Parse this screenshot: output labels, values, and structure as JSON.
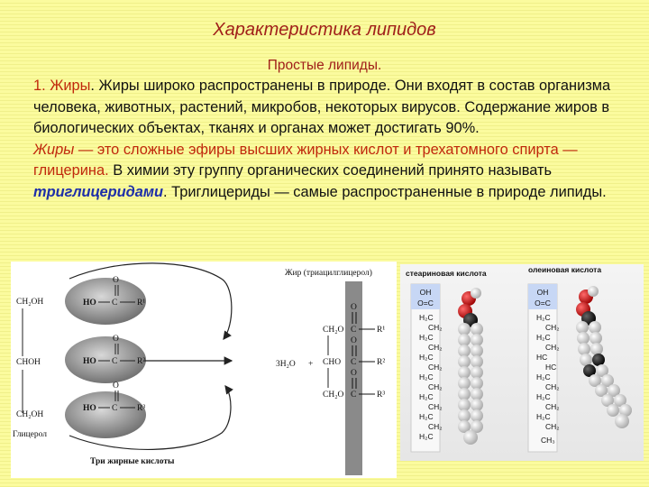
{
  "slide": {
    "title": "Характеристика липидов",
    "subtitle": "Простые липиды.",
    "p1_number": "1. Жиры",
    "p1_text": ". Жиры широко распространены в природе. Они входят в состав организма человека, животных, растений, микробов, некоторых вирусов. Содержание жиров в биологических объектах, тканях и органах может достигать 90%.",
    "p2_term": "Жиры",
    "p2_dash": " — ",
    "p2_def": "это сложные эфиры высших жирных кислот и трехатомного спирта — глицерина.",
    "p2_text": " В химии эту группу органических соединений принято называть ",
    "p2_emphasis": "триглицеридами",
    "p2_end": ". Триглицериды — самые распространенные в природе липиды."
  },
  "diagram": {
    "glycerol_groups": [
      "CH₂OH",
      "CHOH",
      "CH₂OH"
    ],
    "glycerol_label": "Глицерол",
    "acid_groups": [
      {
        "ho": "HO",
        "c": "C",
        "o": "O",
        "r": "R¹"
      },
      {
        "ho": "HO",
        "c": "C",
        "o": "O",
        "r": "R²"
      },
      {
        "ho": "HO",
        "c": "C",
        "o": "O",
        "r": "R³"
      }
    ],
    "acids_label": "Три жирные кислоты",
    "fat_label": "Жир (триацилглицерол)",
    "water": "3H₂O",
    "plus": "+",
    "fat_rows": [
      {
        "left": "CH₂O",
        "c": "C",
        "o": "O",
        "r": "R¹"
      },
      {
        "left": "CHO",
        "c": "C",
        "o": "O",
        "r": "R²"
      },
      {
        "left": "CH₂O",
        "c": "C",
        "o": "O",
        "r": "R³"
      }
    ]
  },
  "photo": {
    "stearic_label": "стеариновая кислота",
    "oleic_label": "олеиновая кислота",
    "head_oh": "OH",
    "head_oc": "O=C",
    "chain_h2c": "H₂C",
    "chain_ch2": "CH₂",
    "oleic_hc": "HC",
    "oleic_ch3": "CH₃"
  }
}
